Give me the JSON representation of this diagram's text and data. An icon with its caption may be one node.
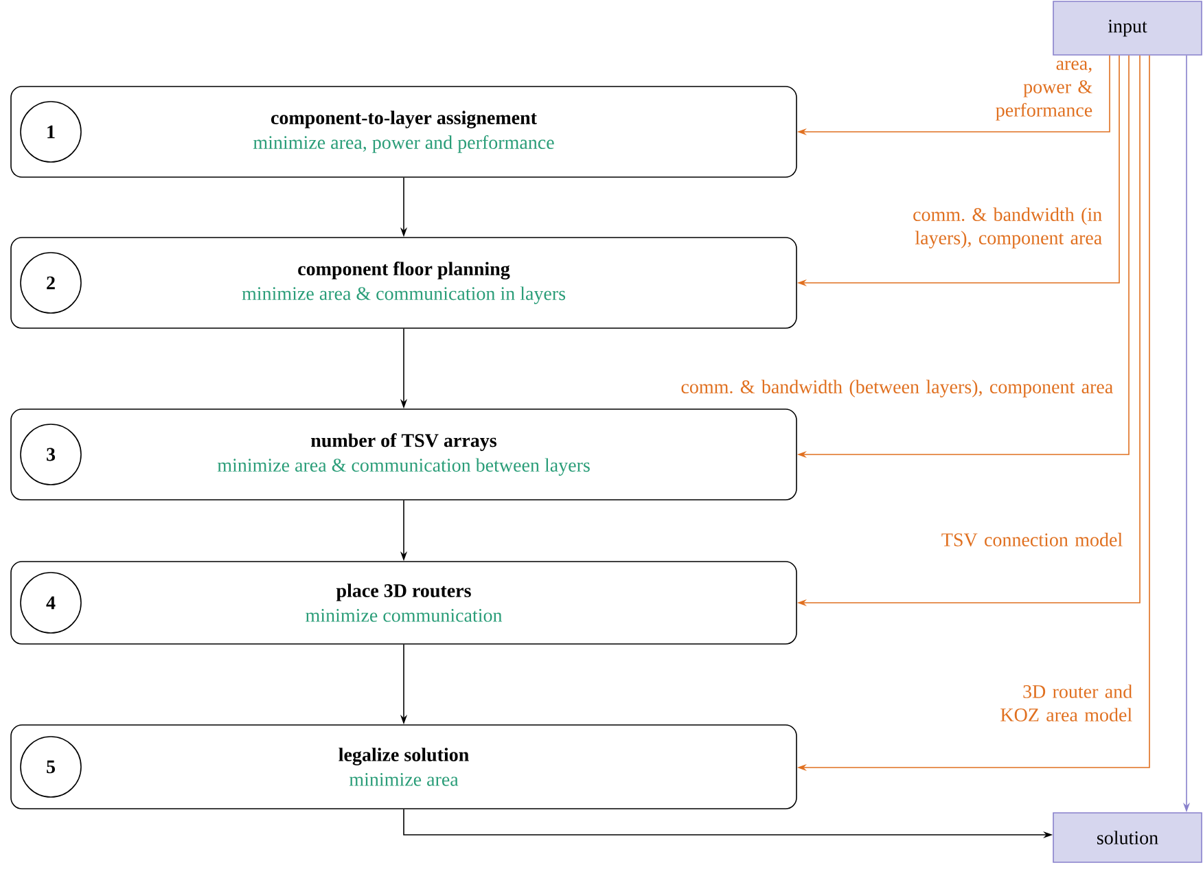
{
  "diagram": {
    "nodes": [
      {
        "text": [
          "input"
        ]
      },
      {
        "text": [
          "component-to-layer assignement",
          "minimize area, power and performance"
        ]
      },
      {
        "text": [
          "1"
        ],
        "in": 1
      },
      {
        "text": [
          "component floor planning",
          "minimize area & communication in layers"
        ]
      },
      {
        "text": [
          "2"
        ],
        "in": 3
      },
      {
        "text": [
          "number of TSV arrays",
          "minimize area & communication between layers"
        ]
      },
      {
        "text": [
          "3"
        ],
        "in": 5
      },
      {
        "text": [
          "place 3D routers",
          "minimize communication"
        ]
      },
      {
        "text": [
          "4"
        ],
        "in": 7
      },
      {
        "text": [
          "legalize solution",
          "minimize area"
        ]
      },
      {
        "text": [
          "5"
        ],
        "in": 9
      },
      {
        "text": [
          "solution"
        ]
      }
    ],
    "edges": [
      {
        "from": 0,
        "to": 1,
        "arrow": "to",
        "label": "area, power & performance",
        "color": "#e07020"
      },
      {
        "from": 0,
        "to": 3,
        "arrow": "to",
        "label": "comm. & bandwidth (in layers), component area",
        "color": "#e07020"
      },
      {
        "from": 0,
        "to": 5,
        "arrow": "to",
        "label": "comm. & bandwidth (between layers), component area",
        "color": "#e07020"
      },
      {
        "from": 0,
        "to": 7,
        "arrow": "to",
        "label": "TSV connection model",
        "color": "#e07020"
      },
      {
        "from": 0,
        "to": 9,
        "arrow": "to",
        "label": "3D router and KOZ area model",
        "color": "#e07020"
      },
      {
        "from": 0,
        "to": 11,
        "arrow": "to",
        "color": "#8880cc"
      },
      {
        "from": 1,
        "to": 3,
        "arrow": "to",
        "color": "#000000"
      },
      {
        "from": 3,
        "to": 5,
        "arrow": "to",
        "color": "#000000"
      },
      {
        "from": 5,
        "to": 7,
        "arrow": "to",
        "color": "#000000"
      },
      {
        "from": 7,
        "to": 9,
        "arrow": "to",
        "color": "#000000"
      },
      {
        "from": 9,
        "to": 11,
        "arrow": "to",
        "color": "#000000"
      }
    ]
  }
}
